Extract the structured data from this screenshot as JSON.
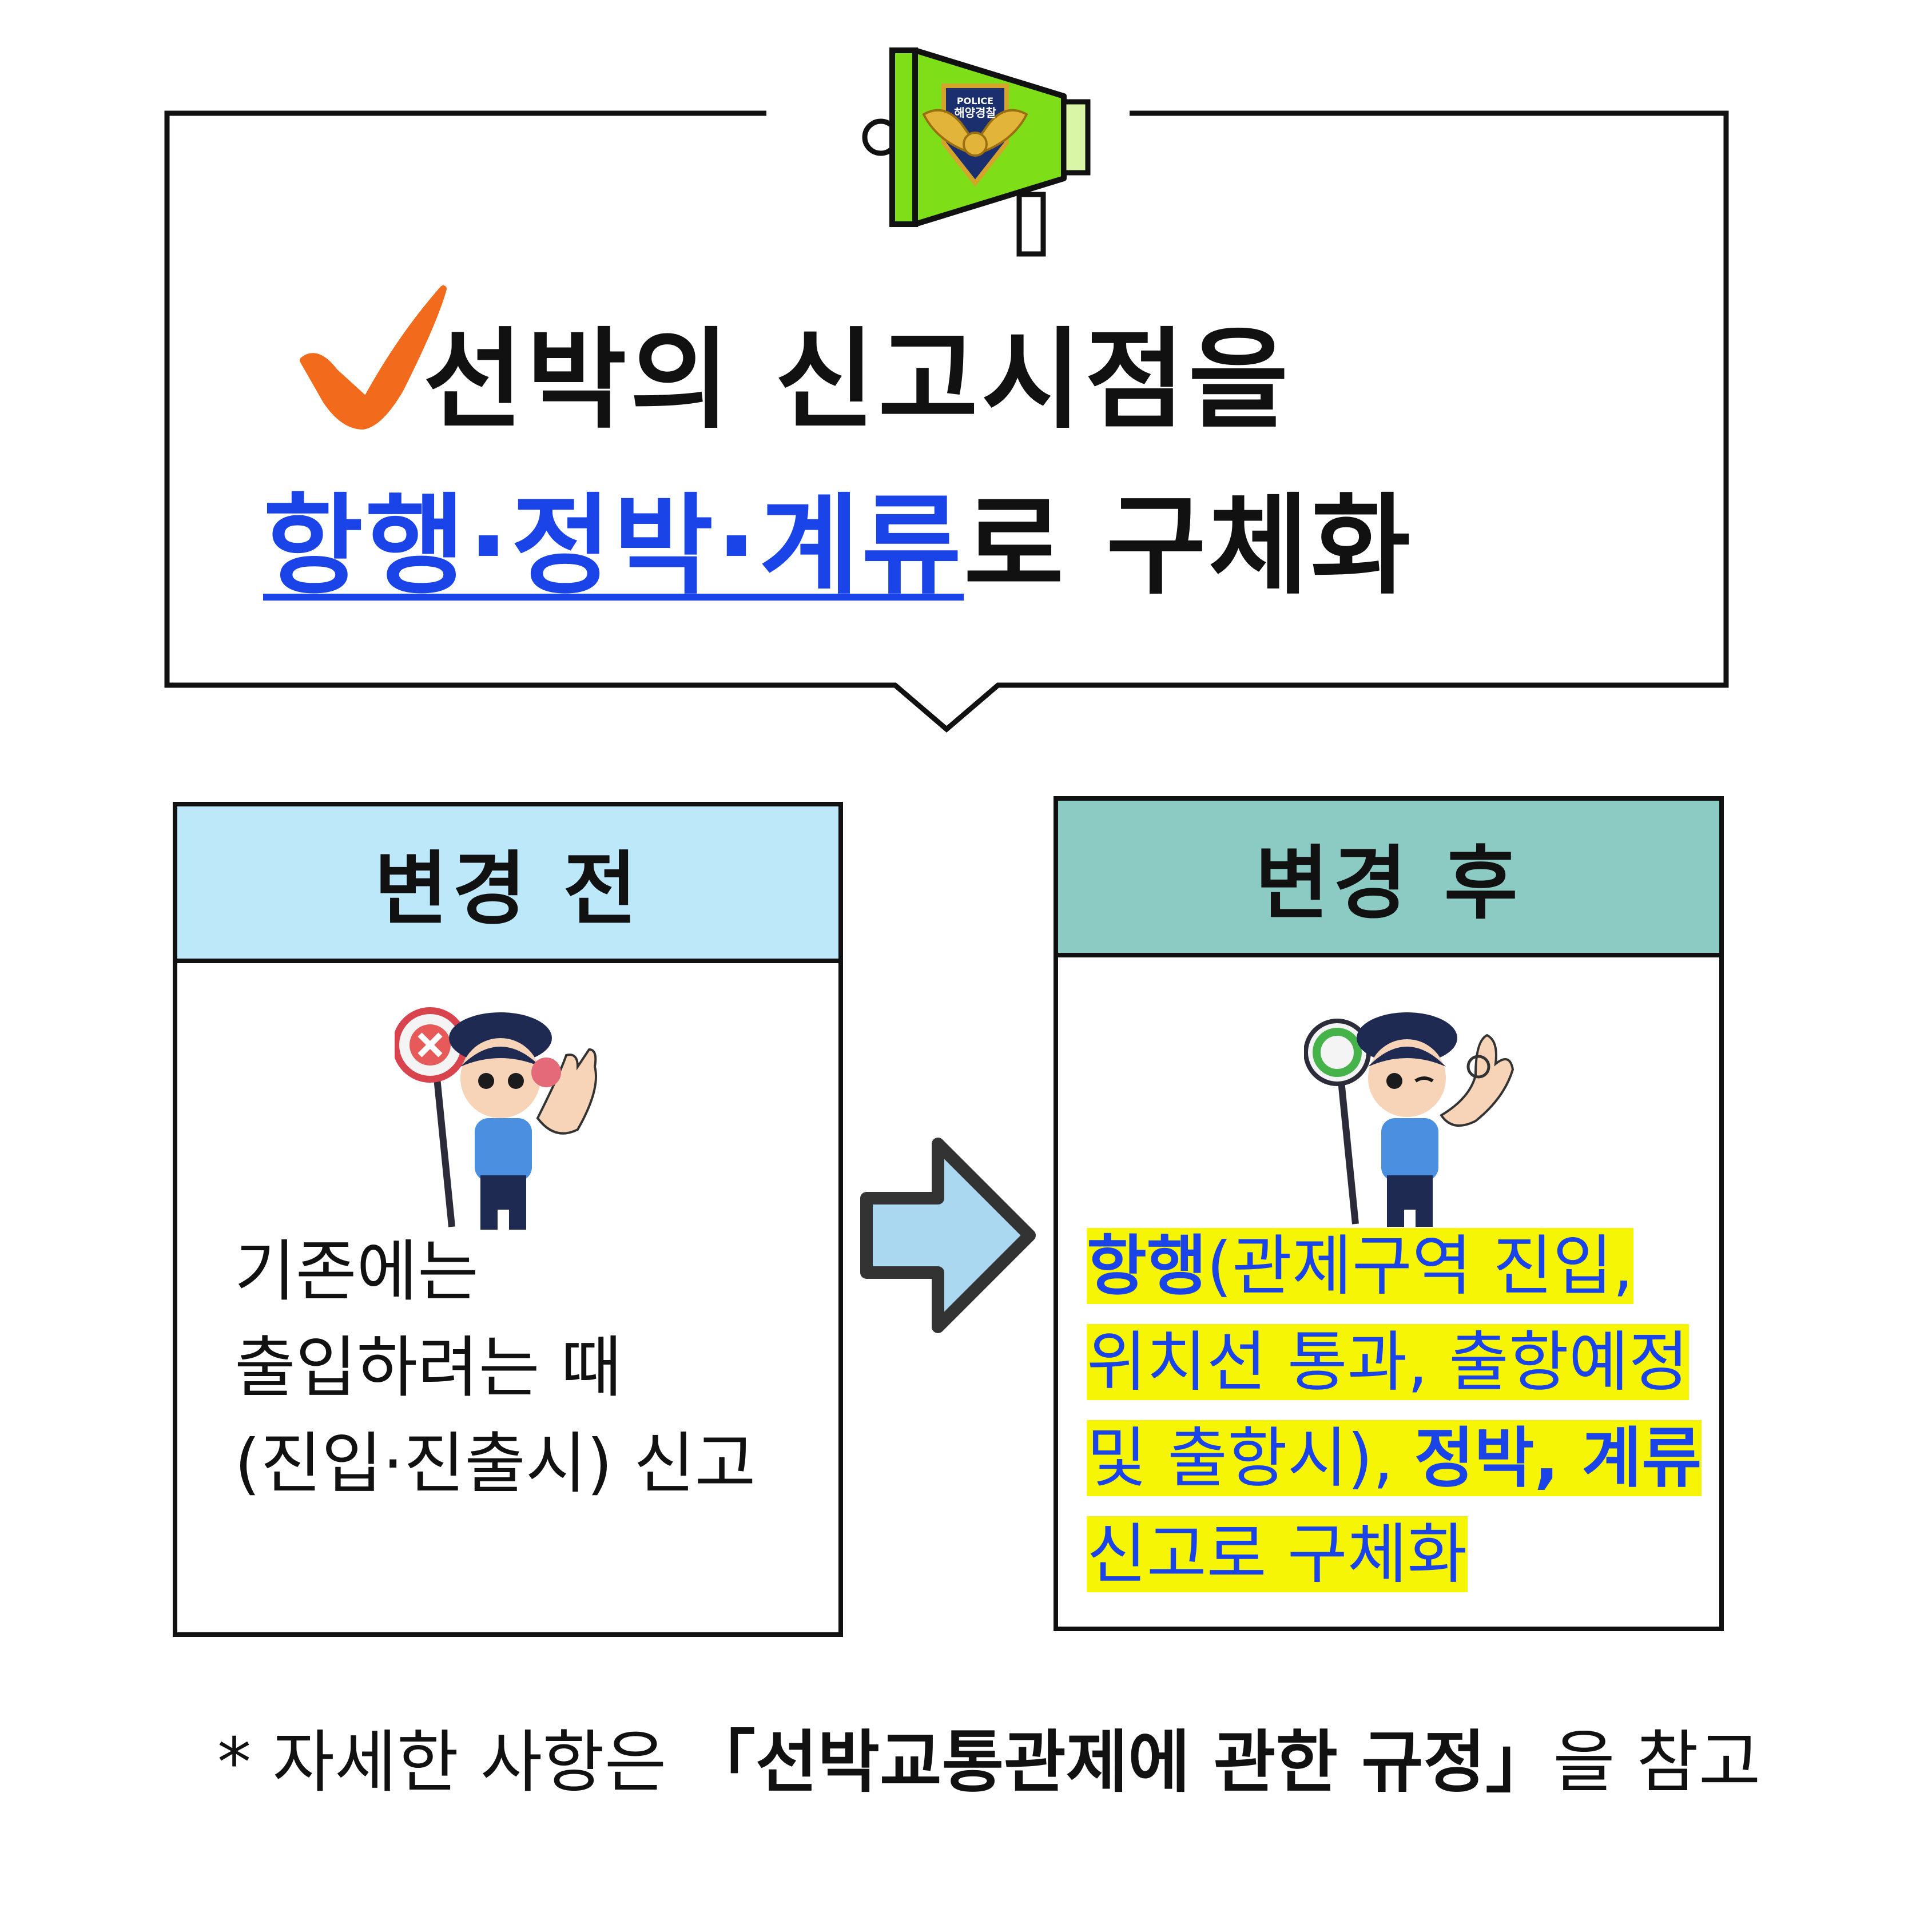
{
  "banner": {
    "badge_text_top": "POLICE",
    "badge_text_bottom": "해양경찰",
    "title_line1": "선박의 신고시점을",
    "title_line2_highlight": "항행·정박·계류",
    "title_line2_rest": "로 구체화"
  },
  "before": {
    "header": "변경 전",
    "lines": [
      "기존에는",
      "출입하려는 때",
      "(진입·진출시) 신고"
    ]
  },
  "after": {
    "header": "변경 후",
    "line1_bold": "항행",
    "line1_rest": "(관제구역 진입,",
    "line2": "위치선 통과, 출항예정",
    "line3_plain": "및 출항시), ",
    "line3_bold": "정박, 계류",
    "line4": "신고로 구체화"
  },
  "footnote": {
    "prefix": "* 자세한 사항은 ",
    "bold": "「선박교통관제에 관한 규정」",
    "suffix": "을 참고"
  },
  "colors": {
    "highlight_blue": "#1a44e8",
    "highlight_yellow": "#f6f505",
    "before_header": "#bde8fa",
    "after_header": "#8ccbc4",
    "megaphone_green": "#7ede18",
    "check_orange": "#f26a1b",
    "arrow_fill": "#a9d8f0"
  },
  "icons": [
    "megaphone-icon",
    "police-badge-icon",
    "checkmark-icon",
    "right-arrow-icon",
    "stop-sign-icon",
    "ok-sign-icon"
  ]
}
